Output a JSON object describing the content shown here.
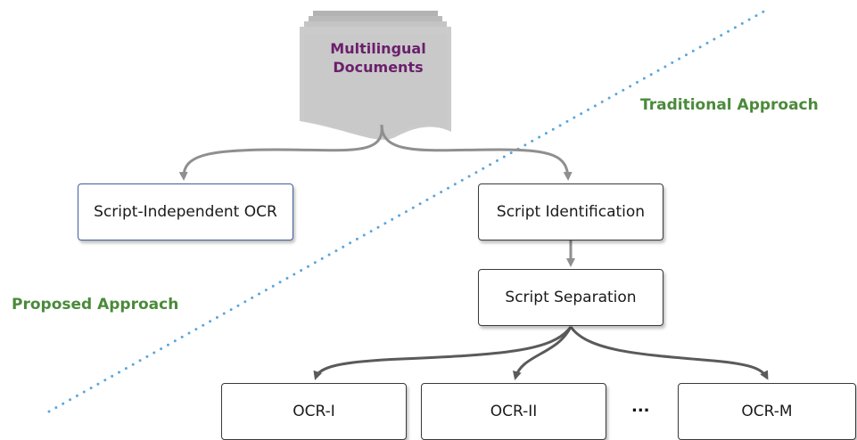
{
  "document": {
    "title": "Multilingual Documents"
  },
  "regions": {
    "traditional": "Traditional Approach",
    "proposed": "Proposed Approach"
  },
  "nodes": {
    "script_independent_ocr": "Script-Independent OCR",
    "script_identification": "Script Identification",
    "script_separation": "Script Separation",
    "ocr_1": "OCR-I",
    "ocr_2": "OCR-II",
    "ellipsis": "...",
    "ocr_m": "OCR-M"
  },
  "colors": {
    "region_label": "#4a8a3a",
    "document_title": "#6b1f6b",
    "document_fill": "#c4c4c4",
    "divider_line": "#5aa6dc",
    "node_border_highlight": "#3f5f9a"
  }
}
